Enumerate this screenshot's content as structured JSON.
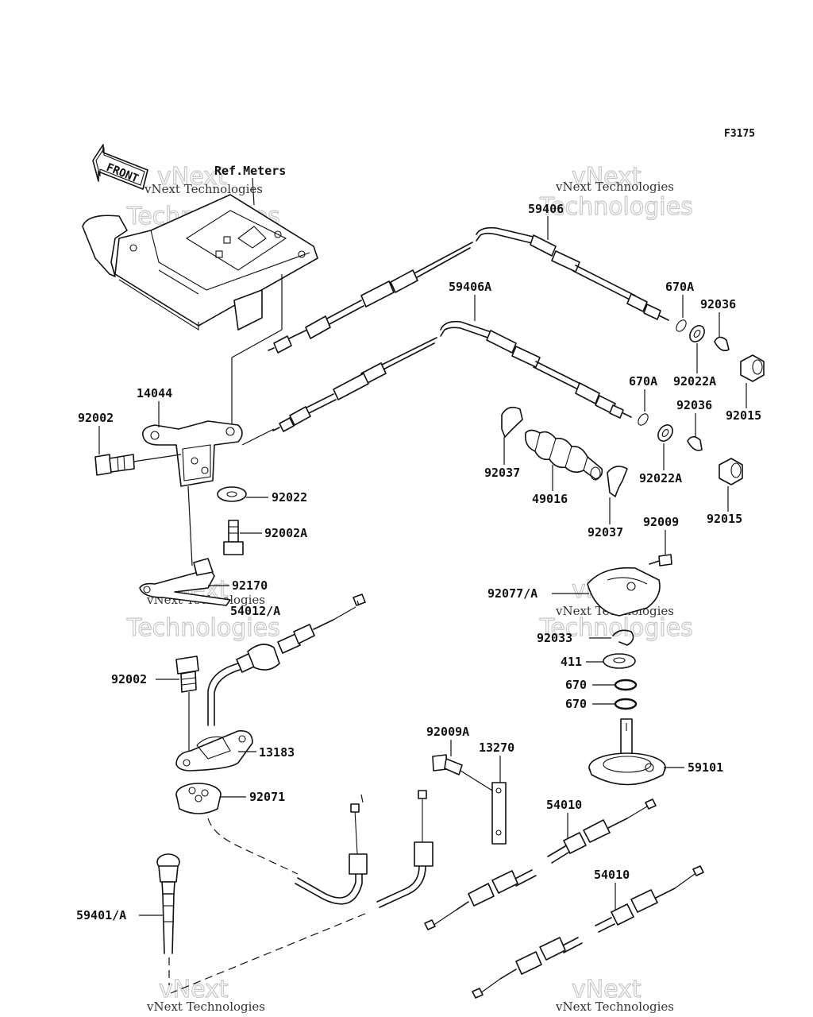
{
  "figure_code": "F3175",
  "front_label": "FRONT",
  "ref_label": "Ref.Meters",
  "watermark": {
    "line1": "vNext Technologies",
    "big_top": "vNext",
    "big_bottom": "Technologies"
  },
  "part_numbers": {
    "p59406": "59406",
    "p59406A": "59406A",
    "p670A_1": "670A",
    "p670A_2": "670A",
    "p92036_1": "92036",
    "p92036_2": "92036",
    "p92022A_1": "92022A",
    "p92022A_2": "92022A",
    "p92015_1": "92015",
    "p92015_2": "92015",
    "p14044": "14044",
    "p92002_1": "92002",
    "p92002_2": "92002",
    "p92022": "92022",
    "p92002A": "92002A",
    "p92170": "92170",
    "p54012A": "54012/A",
    "p92037_1": "92037",
    "p92037_2": "92037",
    "p49016": "49016",
    "p92009": "92009",
    "p92077A": "92077/A",
    "p92033": "92033",
    "p411": "411",
    "p670_1": "670",
    "p670_2": "670",
    "p59101": "59101",
    "p13183": "13183",
    "p92071": "92071",
    "p92009A": "92009A",
    "p13270": "13270",
    "p54010_1": "54010",
    "p54010_2": "54010",
    "p59401A": "59401/A"
  }
}
